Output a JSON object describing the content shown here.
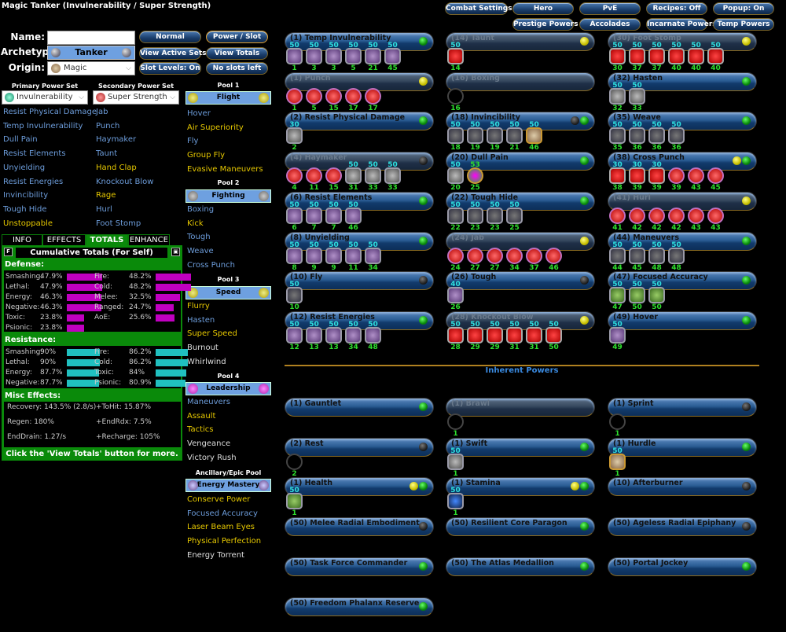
{
  "title": "Magic Tanker (Invulnerability / Super Strength)",
  "top_buttons": {
    "row1": [
      "Combat Settings",
      "Hero",
      "PvE",
      "Recipes: Off",
      "Popup: On"
    ],
    "row2": [
      "Prestige Powers",
      "Accolades",
      "Incarnate Powers",
      "Temp Powers"
    ]
  },
  "form": {
    "name_label": "Name:",
    "name_value": "",
    "archetype_label": "Archetype:",
    "archetype_value": "Tanker",
    "origin_label": "Origin:",
    "origin_value": "Magic"
  },
  "mode_buttons": [
    "Normal",
    "Power / Slot",
    "View Active Sets",
    "View Totals",
    "Slot Levels: On",
    "No slots left"
  ],
  "primary": {
    "header": "Primary Power Set",
    "selected": "Invulnerability",
    "powers": [
      {
        "name": "Resist Physical Damage",
        "color": "blue"
      },
      {
        "name": "Temp Invulnerability",
        "color": "blue"
      },
      {
        "name": "Dull Pain",
        "color": "blue"
      },
      {
        "name": "Resist Elements",
        "color": "blue"
      },
      {
        "name": "Unyielding",
        "color": "blue"
      },
      {
        "name": "Resist Energies",
        "color": "blue"
      },
      {
        "name": "Invincibility",
        "color": "blue"
      },
      {
        "name": "Tough Hide",
        "color": "blue"
      },
      {
        "name": "Unstoppable",
        "color": "yellow"
      }
    ]
  },
  "secondary": {
    "header": "Secondary Power Set",
    "selected": "Super Strength",
    "powers": [
      {
        "name": "Jab",
        "color": "blue"
      },
      {
        "name": "Punch",
        "color": "blue"
      },
      {
        "name": "Haymaker",
        "color": "blue"
      },
      {
        "name": "Taunt",
        "color": "blue"
      },
      {
        "name": "Hand Clap",
        "color": "yellow"
      },
      {
        "name": "Knockout Blow",
        "color": "blue"
      },
      {
        "name": "Rage",
        "color": "yellow"
      },
      {
        "name": "Hurl",
        "color": "blue"
      },
      {
        "name": "Foot Stomp",
        "color": "blue"
      }
    ]
  },
  "pools": [
    {
      "header": "Pool 1",
      "name": "Flight",
      "powers": [
        {
          "name": "Hover",
          "color": "blue"
        },
        {
          "name": "Air Superiority",
          "color": "yellow"
        },
        {
          "name": "Fly",
          "color": "blue"
        },
        {
          "name": "Group Fly",
          "color": "yellow"
        },
        {
          "name": "Evasive Maneuvers",
          "color": "yellow"
        }
      ]
    },
    {
      "header": "Pool 2",
      "name": "Fighting",
      "powers": [
        {
          "name": "Boxing",
          "color": "blue"
        },
        {
          "name": "Kick",
          "color": "yellow"
        },
        {
          "name": "Tough",
          "color": "blue"
        },
        {
          "name": "Weave",
          "color": "blue"
        },
        {
          "name": "Cross Punch",
          "color": "blue"
        }
      ]
    },
    {
      "header": "Pool 3",
      "name": "Speed",
      "powers": [
        {
          "name": "Flurry",
          "color": "yellow"
        },
        {
          "name": "Hasten",
          "color": "blue"
        },
        {
          "name": "Super Speed",
          "color": "yellow"
        },
        {
          "name": "Burnout",
          "color": "white"
        },
        {
          "name": "Whirlwind",
          "color": "white"
        }
      ]
    },
    {
      "header": "Pool 4",
      "name": "Leadership",
      "powers": [
        {
          "name": "Maneuvers",
          "color": "blue"
        },
        {
          "name": "Assault",
          "color": "yellow"
        },
        {
          "name": "Tactics",
          "color": "yellow"
        },
        {
          "name": "Vengeance",
          "color": "white"
        },
        {
          "name": "Victory Rush",
          "color": "white"
        }
      ]
    },
    {
      "header": "Ancillary/Epic Pool",
      "name": "Energy Mastery",
      "powers": [
        {
          "name": "Conserve Power",
          "color": "yellow"
        },
        {
          "name": "Focused Accuracy",
          "color": "blue"
        },
        {
          "name": "Laser Beam Eyes",
          "color": "yellow"
        },
        {
          "name": "Physical Perfection",
          "color": "yellow"
        },
        {
          "name": "Energy Torrent",
          "color": "white"
        }
      ]
    }
  ],
  "info_tabs": [
    "INFO",
    "EFFECTS",
    "TOTALS",
    "ENHANCE"
  ],
  "active_tab": "TOTALS",
  "totals": {
    "title": "Cumulative Totals (For Self)",
    "f_button": "F",
    "defense_label": "Defense:",
    "defense_left": [
      {
        "k": "Smashing:",
        "v": "47.9%",
        "pct": 47.9
      },
      {
        "k": "Lethal:",
        "v": "47.9%",
        "pct": 47.9
      },
      {
        "k": "Energy:",
        "v": "46.3%",
        "pct": 46.3
      },
      {
        "k": "Negative:",
        "v": "46.3%",
        "pct": 46.3
      },
      {
        "k": "Toxic:",
        "v": "23.8%",
        "pct": 23.8
      },
      {
        "k": "Psionic:",
        "v": "23.8%",
        "pct": 23.8
      }
    ],
    "defense_right": [
      {
        "k": "Fire:",
        "v": "48.2%",
        "pct": 48.2
      },
      {
        "k": "Cold:",
        "v": "48.2%",
        "pct": 48.2
      },
      {
        "k": "Melee:",
        "v": "32.5%",
        "pct": 32.5
      },
      {
        "k": "Ranged:",
        "v": "24.7%",
        "pct": 24.7
      },
      {
        "k": "AoE:",
        "v": "25.6%",
        "pct": 25.6
      }
    ],
    "resistance_label": "Resistance:",
    "resistance_left": [
      {
        "k": "Smashing:",
        "v": "90%",
        "pct": 90
      },
      {
        "k": "Lethal:",
        "v": "90%",
        "pct": 90
      },
      {
        "k": "Energy:",
        "v": "87.7%",
        "pct": 87.7
      },
      {
        "k": "Negative:",
        "v": "87.7%",
        "pct": 87.7
      }
    ],
    "resistance_right": [
      {
        "k": "Fire:",
        "v": "86.2%",
        "pct": 86.2
      },
      {
        "k": "Cold:",
        "v": "86.2%",
        "pct": 86.2
      },
      {
        "k": "Toxic:",
        "v": "84%",
        "pct": 84
      },
      {
        "k": "Psionic:",
        "v": "80.9%",
        "pct": 80.9
      }
    ],
    "misc_label": "Misc Effects:",
    "misc": {
      "recovery": "Recovery: 143.5% (2.8/s)",
      "tohit": "+ToHit: 15.87%",
      "regen": "Regen: 180%",
      "endrdx": "+EndRdx: 7.5%",
      "enddrain": "EndDrain: 1.27/s",
      "recharge": "+Recharge: 105%"
    },
    "footer": "Click the 'View Totals' button for more."
  },
  "build": [
    {
      "col": 0,
      "name": "(1) Temp Invulnerability",
      "dim": false,
      "dots": [
        "g"
      ],
      "slots": [
        [
          "50",
          "1",
          "p"
        ],
        [
          "50",
          "3",
          "p"
        ],
        [
          "50",
          "3",
          "p"
        ],
        [
          "50",
          "5",
          "p"
        ],
        [
          "50",
          "21",
          "p"
        ],
        [
          "50",
          "45",
          "p"
        ]
      ]
    },
    {
      "col": 0,
      "name": "(1) Punch",
      "dim": true,
      "dots": [
        "y"
      ],
      "slots": [
        [
          "",
          "1",
          "red"
        ],
        [
          "",
          "5",
          "red"
        ],
        [
          "",
          "15",
          "red"
        ],
        [
          "",
          "17",
          "red"
        ],
        [
          "",
          "17",
          "red"
        ]
      ]
    },
    {
      "col": 0,
      "name": "(2) Resist Physical Damage",
      "dim": false,
      "dots": [
        "g"
      ],
      "slots": [
        [
          "30",
          "2",
          "grey"
        ]
      ]
    },
    {
      "col": 0,
      "name": "(4) Haymaker",
      "dim": true,
      "dots": [
        "k"
      ],
      "slots": [
        [
          "",
          "4",
          "red"
        ],
        [
          "",
          "11",
          "red"
        ],
        [
          "",
          "15",
          "red"
        ],
        [
          "50",
          "31",
          "grey"
        ],
        [
          "50",
          "33",
          "grey"
        ],
        [
          "50",
          "33",
          "grey"
        ]
      ]
    },
    {
      "col": 0,
      "name": "(6) Resist Elements",
      "dim": false,
      "dots": [
        "g"
      ],
      "slots": [
        [
          "50",
          "6",
          "p"
        ],
        [
          "50",
          "7",
          "p"
        ],
        [
          "50",
          "7",
          "p"
        ],
        [
          "50",
          "46",
          "p"
        ]
      ]
    },
    {
      "col": 0,
      "name": "(8) Unyielding",
      "dim": false,
      "dots": [
        "g"
      ],
      "slots": [
        [
          "50",
          "8",
          "p"
        ],
        [
          "50",
          "9",
          "p"
        ],
        [
          "50",
          "9",
          "p"
        ],
        [
          "50",
          "11",
          "p"
        ],
        [
          "50",
          "34",
          "p"
        ]
      ]
    },
    {
      "col": 0,
      "name": "(10) Fly",
      "dim": false,
      "dots": [
        "k"
      ],
      "slots": [
        [
          "50",
          "10",
          "dark"
        ]
      ]
    },
    {
      "col": 0,
      "name": "(12) Resist Energies",
      "dim": false,
      "dots": [
        "g"
      ],
      "slots": [
        [
          "50",
          "12",
          "p"
        ],
        [
          "50",
          "13",
          "p"
        ],
        [
          "50",
          "13",
          "p"
        ],
        [
          "50",
          "34",
          "p"
        ],
        [
          "50",
          "48",
          "p"
        ]
      ]
    },
    {
      "col": 1,
      "name": "(14) Taunt",
      "dim": true,
      "dots": [
        "y"
      ],
      "slots": [
        [
          "50",
          "14",
          "redx"
        ]
      ]
    },
    {
      "col": 1,
      "name": "(16) Boxing",
      "dim": true,
      "dots": [],
      "slots": [
        [
          "",
          "16",
          "empty"
        ]
      ]
    },
    {
      "col": 1,
      "name": "(18) Invincibility",
      "dim": false,
      "dots": [
        "k",
        "g"
      ],
      "slots": [
        [
          "50",
          "18",
          "dark"
        ],
        [
          "50",
          "19",
          "dark"
        ],
        [
          "50",
          "19",
          "dark"
        ],
        [
          "50",
          "21",
          "dark"
        ],
        [
          "50",
          "46",
          "gold"
        ]
      ]
    },
    {
      "col": 1,
      "name": "(20) Dull Pain",
      "dim": false,
      "dots": [
        "g"
      ],
      "slots": [
        [
          "50",
          "20",
          "grey"
        ],
        [
          "53",
          "25",
          "pink"
        ]
      ]
    },
    {
      "col": 1,
      "name": "(22) Tough Hide",
      "dim": false,
      "dots": [
        "g"
      ],
      "slots": [
        [
          "50",
          "22",
          "dark"
        ],
        [
          "50",
          "23",
          "dark"
        ],
        [
          "50",
          "23",
          "dark"
        ],
        [
          "50",
          "25",
          "dark"
        ]
      ]
    },
    {
      "col": 1,
      "name": "(24) Jab",
      "dim": true,
      "dots": [
        "y"
      ],
      "slots": [
        [
          "",
          "24",
          "red"
        ],
        [
          "",
          "27",
          "red"
        ],
        [
          "",
          "27",
          "red"
        ],
        [
          "",
          "34",
          "red"
        ],
        [
          "",
          "37",
          "red"
        ],
        [
          "",
          "46",
          "red"
        ]
      ]
    },
    {
      "col": 1,
      "name": "(26) Tough",
      "dim": false,
      "dots": [
        "k"
      ],
      "slots": [
        [
          "40",
          "26",
          "p"
        ]
      ]
    },
    {
      "col": 1,
      "name": "(28) Knockout Blow",
      "dim": true,
      "dots": [
        "y"
      ],
      "slots": [
        [
          "50",
          "28",
          "redx"
        ],
        [
          "50",
          "29",
          "redx"
        ],
        [
          "50",
          "29",
          "redx"
        ],
        [
          "50",
          "31",
          "redx"
        ],
        [
          "50",
          "31",
          "redx"
        ],
        [
          "50",
          "50",
          "redx"
        ]
      ]
    },
    {
      "col": 2,
      "name": "(30) Foot Stomp",
      "dim": true,
      "dots": [
        "y"
      ],
      "slots": [
        [
          "50",
          "30",
          "redx"
        ],
        [
          "50",
          "37",
          "redx"
        ],
        [
          "50",
          "37",
          "redx"
        ],
        [
          "50",
          "40",
          "redx"
        ],
        [
          "50",
          "40",
          "redx"
        ],
        [
          "50",
          "40",
          "redx"
        ]
      ]
    },
    {
      "col": 2,
      "name": "(32) Hasten",
      "dim": false,
      "dots": [
        "g"
      ],
      "slots": [
        [
          "50",
          "32",
          "grey"
        ],
        [
          "50",
          "33",
          "grey"
        ]
      ]
    },
    {
      "col": 2,
      "name": "(35) Weave",
      "dim": false,
      "dots": [
        "g"
      ],
      "slots": [
        [
          "50",
          "35",
          "dark"
        ],
        [
          "50",
          "36",
          "dark"
        ],
        [
          "50",
          "36",
          "dark"
        ],
        [
          "50",
          "36",
          "dark"
        ]
      ]
    },
    {
      "col": 2,
      "name": "(38) Cross Punch",
      "dim": false,
      "dots": [
        "y",
        "g"
      ],
      "slots": [
        [
          "30",
          "38",
          "redx"
        ],
        [
          "30",
          "39",
          "redx"
        ],
        [
          "30",
          "39",
          "redx"
        ],
        [
          "",
          "39",
          "red"
        ],
        [
          "",
          "43",
          "red"
        ],
        [
          "",
          "45",
          "red"
        ]
      ]
    },
    {
      "col": 2,
      "name": "(41) Hurl",
      "dim": true,
      "dots": [
        "y"
      ],
      "slots": [
        [
          "",
          "41",
          "red"
        ],
        [
          "",
          "42",
          "red"
        ],
        [
          "",
          "42",
          "red"
        ],
        [
          "",
          "42",
          "red"
        ],
        [
          "",
          "43",
          "red"
        ],
        [
          "",
          "43",
          "red"
        ]
      ]
    },
    {
      "col": 2,
      "name": "(44) Maneuvers",
      "dim": false,
      "dots": [
        "g"
      ],
      "slots": [
        [
          "50",
          "44",
          "dark"
        ],
        [
          "50",
          "45",
          "dark"
        ],
        [
          "50",
          "48",
          "dark"
        ],
        [
          "50",
          "48",
          "dark"
        ]
      ]
    },
    {
      "col": 2,
      "name": "(47) Focused Accuracy",
      "dim": false,
      "dots": [
        "g"
      ],
      "slots": [
        [
          "50",
          "47",
          "green"
        ],
        [
          "50",
          "50",
          "green"
        ],
        [
          "50",
          "50",
          "green"
        ]
      ]
    },
    {
      "col": 2,
      "name": "(49) Hover",
      "dim": false,
      "dots": [
        "g"
      ],
      "slots": [
        [
          "50",
          "49",
          "p"
        ]
      ]
    }
  ],
  "inherent_title": "Inherent Powers",
  "inherent": [
    {
      "col": 0,
      "row": 0,
      "name": "(1) Gauntlet",
      "dim": false,
      "dots": [
        "g"
      ],
      "slots": []
    },
    {
      "col": 1,
      "row": 0,
      "name": "(1) Brawl",
      "dim": true,
      "dots": [],
      "slots": [
        [
          "",
          "1",
          "empty"
        ]
      ]
    },
    {
      "col": 2,
      "row": 0,
      "name": "(1) Sprint",
      "dim": false,
      "dots": [
        "k"
      ],
      "slots": [
        [
          "",
          "1",
          "empty"
        ]
      ]
    },
    {
      "col": 0,
      "row": 1,
      "name": "(2) Rest",
      "dim": false,
      "dots": [
        "k"
      ],
      "slots": [
        [
          "",
          "2",
          "empty"
        ]
      ]
    },
    {
      "col": 1,
      "row": 1,
      "name": "(1) Swift",
      "dim": false,
      "dots": [
        "g"
      ],
      "slots": [
        [
          "50",
          "1",
          "grey"
        ]
      ]
    },
    {
      "col": 2,
      "row": 1,
      "name": "(1) Hurdle",
      "dim": false,
      "dots": [
        "g"
      ],
      "slots": [
        [
          "50",
          "1",
          "gold"
        ]
      ]
    },
    {
      "col": 0,
      "row": 2,
      "name": "(1) Health",
      "dim": false,
      "dots": [
        "y",
        "g"
      ],
      "slots": [
        [
          "50",
          "1",
          "green"
        ]
      ]
    },
    {
      "col": 1,
      "row": 2,
      "name": "(1) Stamina",
      "dim": false,
      "dots": [
        "y",
        "g"
      ],
      "slots": [
        [
          "50",
          "1",
          "blue"
        ]
      ]
    },
    {
      "col": 2,
      "row": 2,
      "name": "(10) Afterburner",
      "dim": false,
      "dots": [
        "k"
      ],
      "slots": []
    },
    {
      "col": 0,
      "row": 3,
      "name": "(50) Melee Radial Embodiment",
      "dim": false,
      "dots": [
        "k"
      ],
      "slots": []
    },
    {
      "col": 1,
      "row": 3,
      "name": "(50) Resilient Core Paragon",
      "dim": false,
      "dots": [
        "g"
      ],
      "slots": []
    },
    {
      "col": 2,
      "row": 3,
      "name": "(50) Ageless Radial Epiphany",
      "dim": false,
      "dots": [
        "k"
      ],
      "slots": []
    },
    {
      "col": 0,
      "row": 4,
      "name": "(50) Task Force Commander",
      "dim": false,
      "dots": [
        "g"
      ],
      "slots": []
    },
    {
      "col": 1,
      "row": 4,
      "name": "(50) The Atlas Medallion",
      "dim": false,
      "dots": [
        "g"
      ],
      "slots": []
    },
    {
      "col": 2,
      "row": 4,
      "name": "(50) Portal Jockey",
      "dim": false,
      "dots": [
        "g"
      ],
      "slots": []
    },
    {
      "col": 0,
      "row": 5,
      "name": "(50) Freedom Phalanx Reserve",
      "dim": false,
      "dots": [
        "g"
      ],
      "slots": []
    }
  ]
}
